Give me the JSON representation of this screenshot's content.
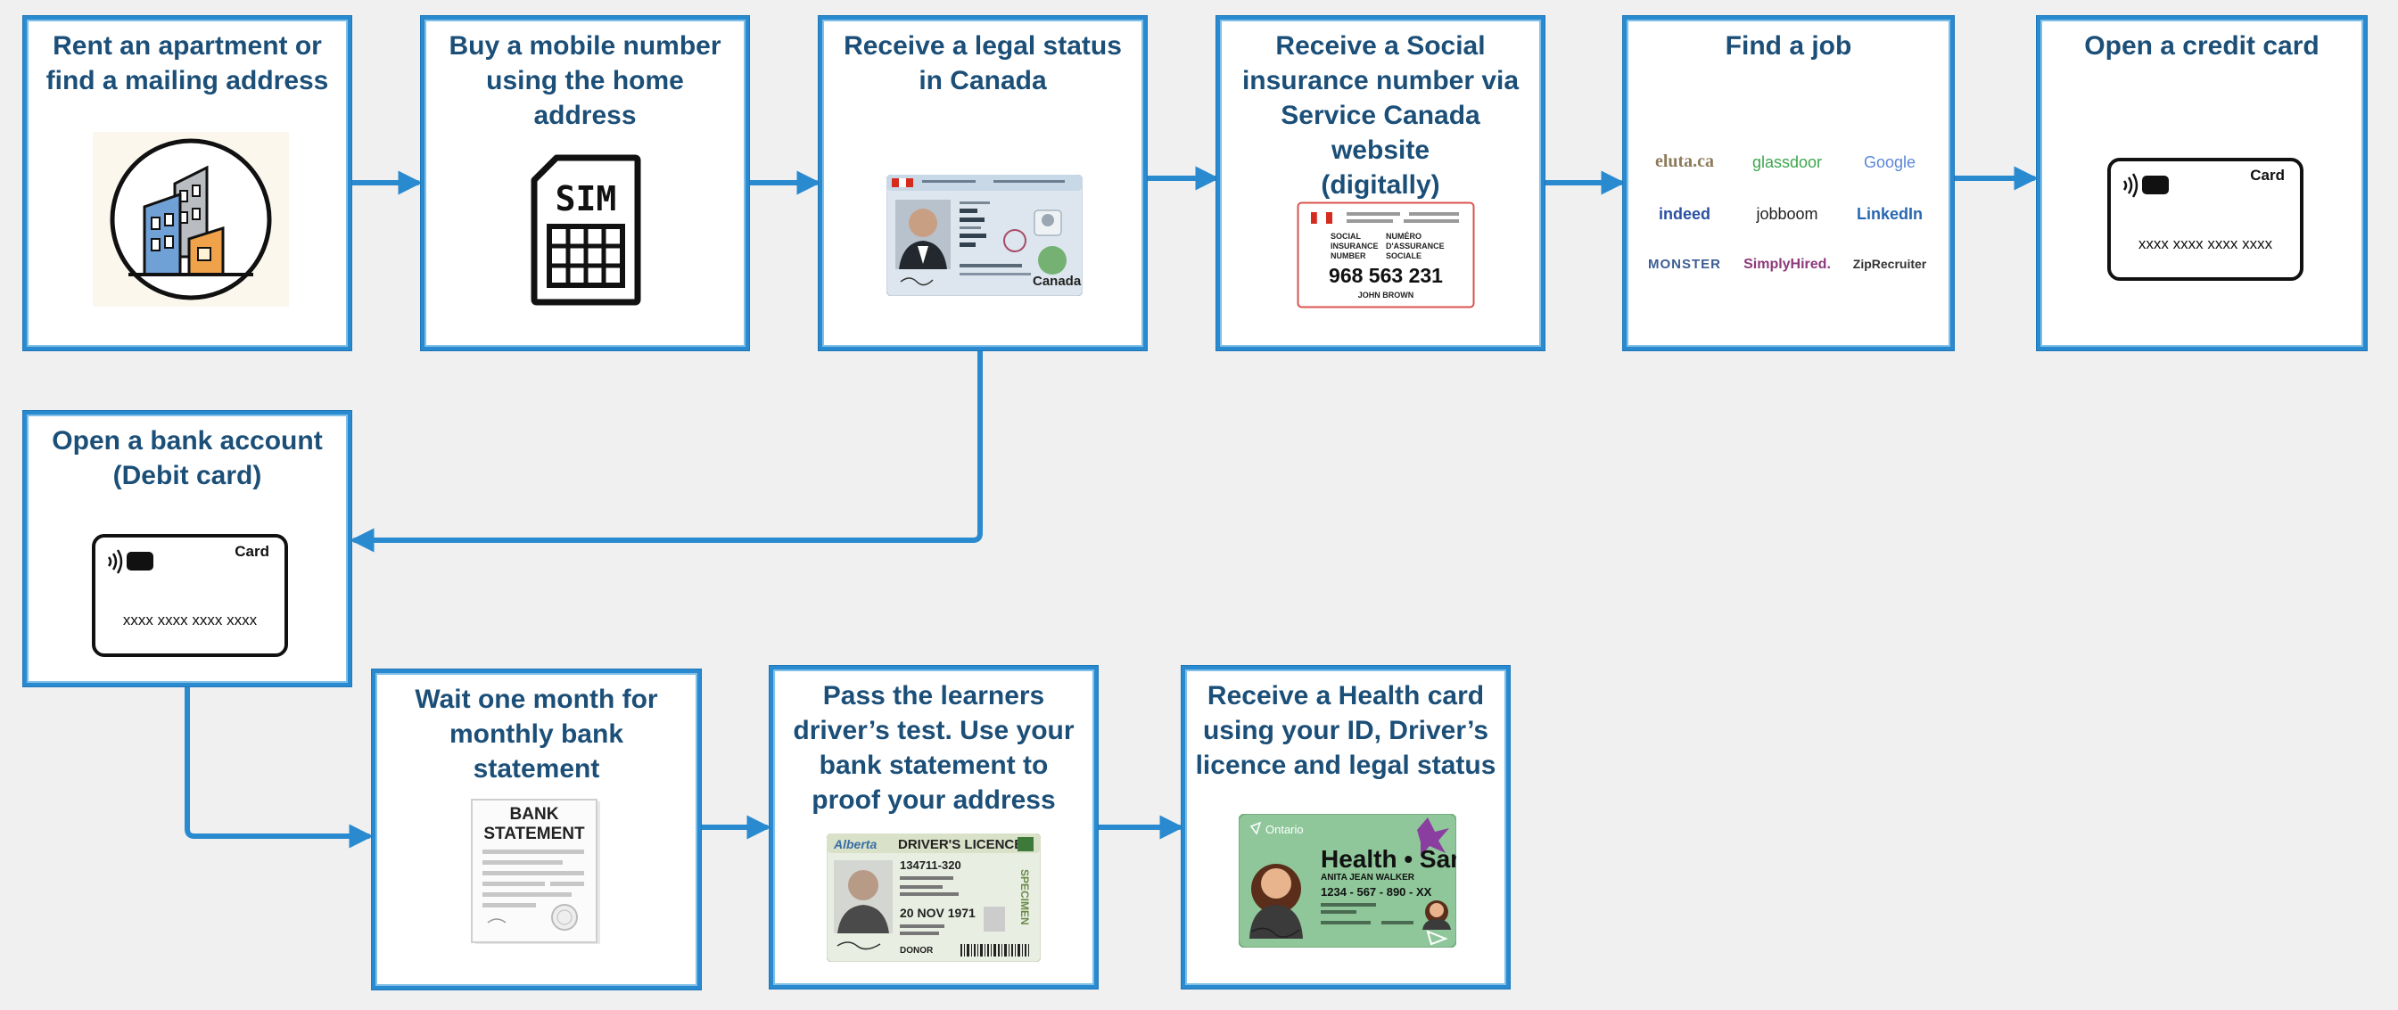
{
  "colors": {
    "accent": "#2a8ad0",
    "title": "#1c4f78",
    "background": "#f0f0f0"
  },
  "steps": [
    {
      "id": "rent",
      "title": "Rent an apartment or\nfind a mailing address",
      "icon": "apartment-building-icon"
    },
    {
      "id": "mobile",
      "title": "Buy a mobile number\nusing the home address",
      "icon": "sim-card-icon",
      "sim_label": "SIM"
    },
    {
      "id": "legal",
      "title": "Receive a legal status\nin Canada",
      "icon": "permanent-resident-card-image",
      "card_brand": "Canada"
    },
    {
      "id": "sin",
      "title": "Receive a Social\ninsurance number via\nService Canada website\n(digitally)",
      "icon": "sin-card-image",
      "sin_labels": [
        "SOCIAL",
        "INSURANCE",
        "NUMBER",
        "NUMÉRO",
        "D'ASSURANCE",
        "SOCIALE"
      ],
      "sin_number": "968 563 231",
      "sin_name": "JOHN BROWN"
    },
    {
      "id": "job",
      "title": "Find a job",
      "icon": "job-sites-logos",
      "logos": [
        "eluta.ca",
        "glassdoor",
        "Google",
        "indeed",
        "jobboom",
        "LinkedIn",
        "MONSTER",
        "SimplyHired.",
        "ZipRecruiter"
      ]
    },
    {
      "id": "credit",
      "title": "Open a credit card",
      "icon": "credit-card-icon",
      "card_label": "Card",
      "card_number": "xxxx xxxx xxxx xxxx"
    },
    {
      "id": "bank",
      "title": "Open a bank account\n(Debit card)",
      "icon": "debit-card-icon",
      "card_label": "Card",
      "card_number": "xxxx xxxx xxxx xxxx"
    },
    {
      "id": "wait",
      "title": "Wait one month for\nmonthly bank\nstatement",
      "icon": "bank-statement-image",
      "doc_title": "BANK\nSTATEMENT"
    },
    {
      "id": "learners",
      "title": "Pass the learners\ndriver’s test. Use your\nbank statement to\nproof your address",
      "icon": "drivers-licence-image",
      "licence_province": "Alberta",
      "licence_header": "DRIVER'S LICENCE",
      "licence_number": "134711-320",
      "licence_dob": "20 NOV 1971",
      "licence_stamp": "SPECIMEN",
      "licence_donor": "DONOR"
    },
    {
      "id": "health",
      "title": "Receive a Health card\nusing your ID, Driver’s\nlicence and legal status",
      "icon": "health-card-image",
      "health_province": "Ontario",
      "health_header": "Health • Santé",
      "health_name": "ANITA JEAN WALKER",
      "health_number": "1234 - 567 - 890 - XX"
    }
  ]
}
